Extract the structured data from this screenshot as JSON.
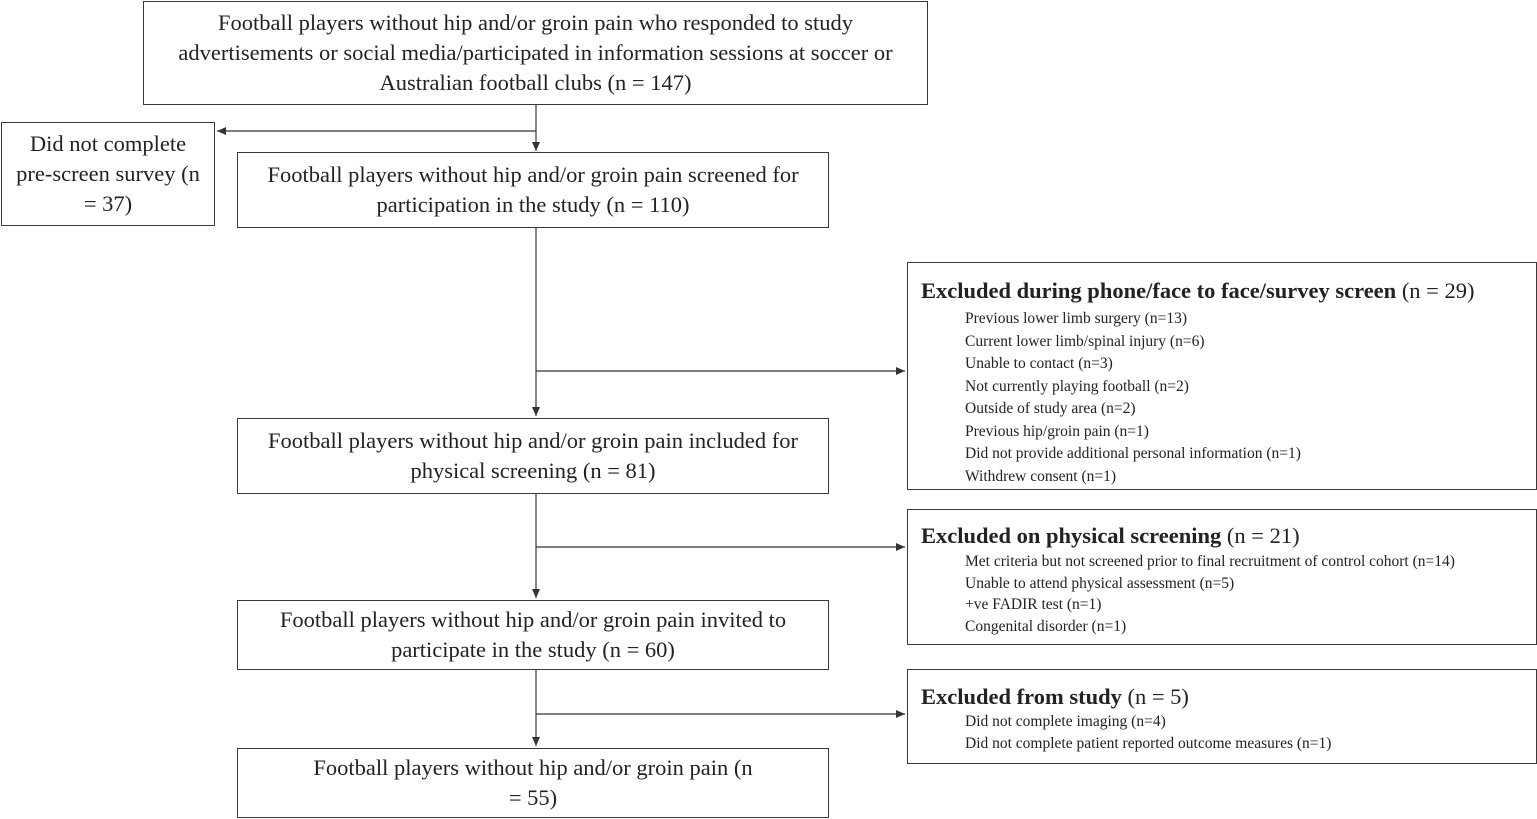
{
  "boxes": {
    "responded": {
      "text": "Football players without hip and/or groin pain who responded to study advertisements or social media/participated in information sessions at soccer or Australian football clubs (n = 147)"
    },
    "not_completed": {
      "text": "Did not complete pre-screen survey (n = 37)"
    },
    "screened": {
      "text": "Football players without hip and/or groin pain screened for participation in the study (n = 110)"
    },
    "physical": {
      "text": "Football players without hip and/or groin pain included for physical screening (n = 81)"
    },
    "invited": {
      "text": "Football players without hip and/or groin pain invited to participate in the study (n = 60)"
    },
    "final": {
      "text": "Football players without hip and/or groin pain (n = 55)"
    }
  },
  "exclusions": [
    {
      "title": "Excluded during phone/face to face/survey screen",
      "count": "(n = 29)",
      "items": [
        "Previous lower limb surgery (n=13)",
        "Current lower limb/spinal injury (n=6)",
        "Unable to contact (n=3)",
        "Not currently playing football (n=2)",
        "Outside of study area (n=2)",
        "Previous hip/groin pain (n=1)",
        "Did not provide additional personal information (n=1)",
        "Withdrew consent (n=1)"
      ]
    },
    {
      "title": "Excluded on physical screening",
      "count": "(n = 21)",
      "items": [
        "Met criteria but not screened prior to final recruitment of control cohort (n=14)",
        "Unable to attend physical assessment (n=5)",
        "+ve FADIR test (n=1)",
        "Congenital disorder (n=1)"
      ]
    },
    {
      "title": "Excluded from study",
      "count": "(n = 5)",
      "items": [
        "Did not complete imaging (n=4)",
        "Did not complete patient reported outcome measures (n=1)"
      ]
    }
  ]
}
